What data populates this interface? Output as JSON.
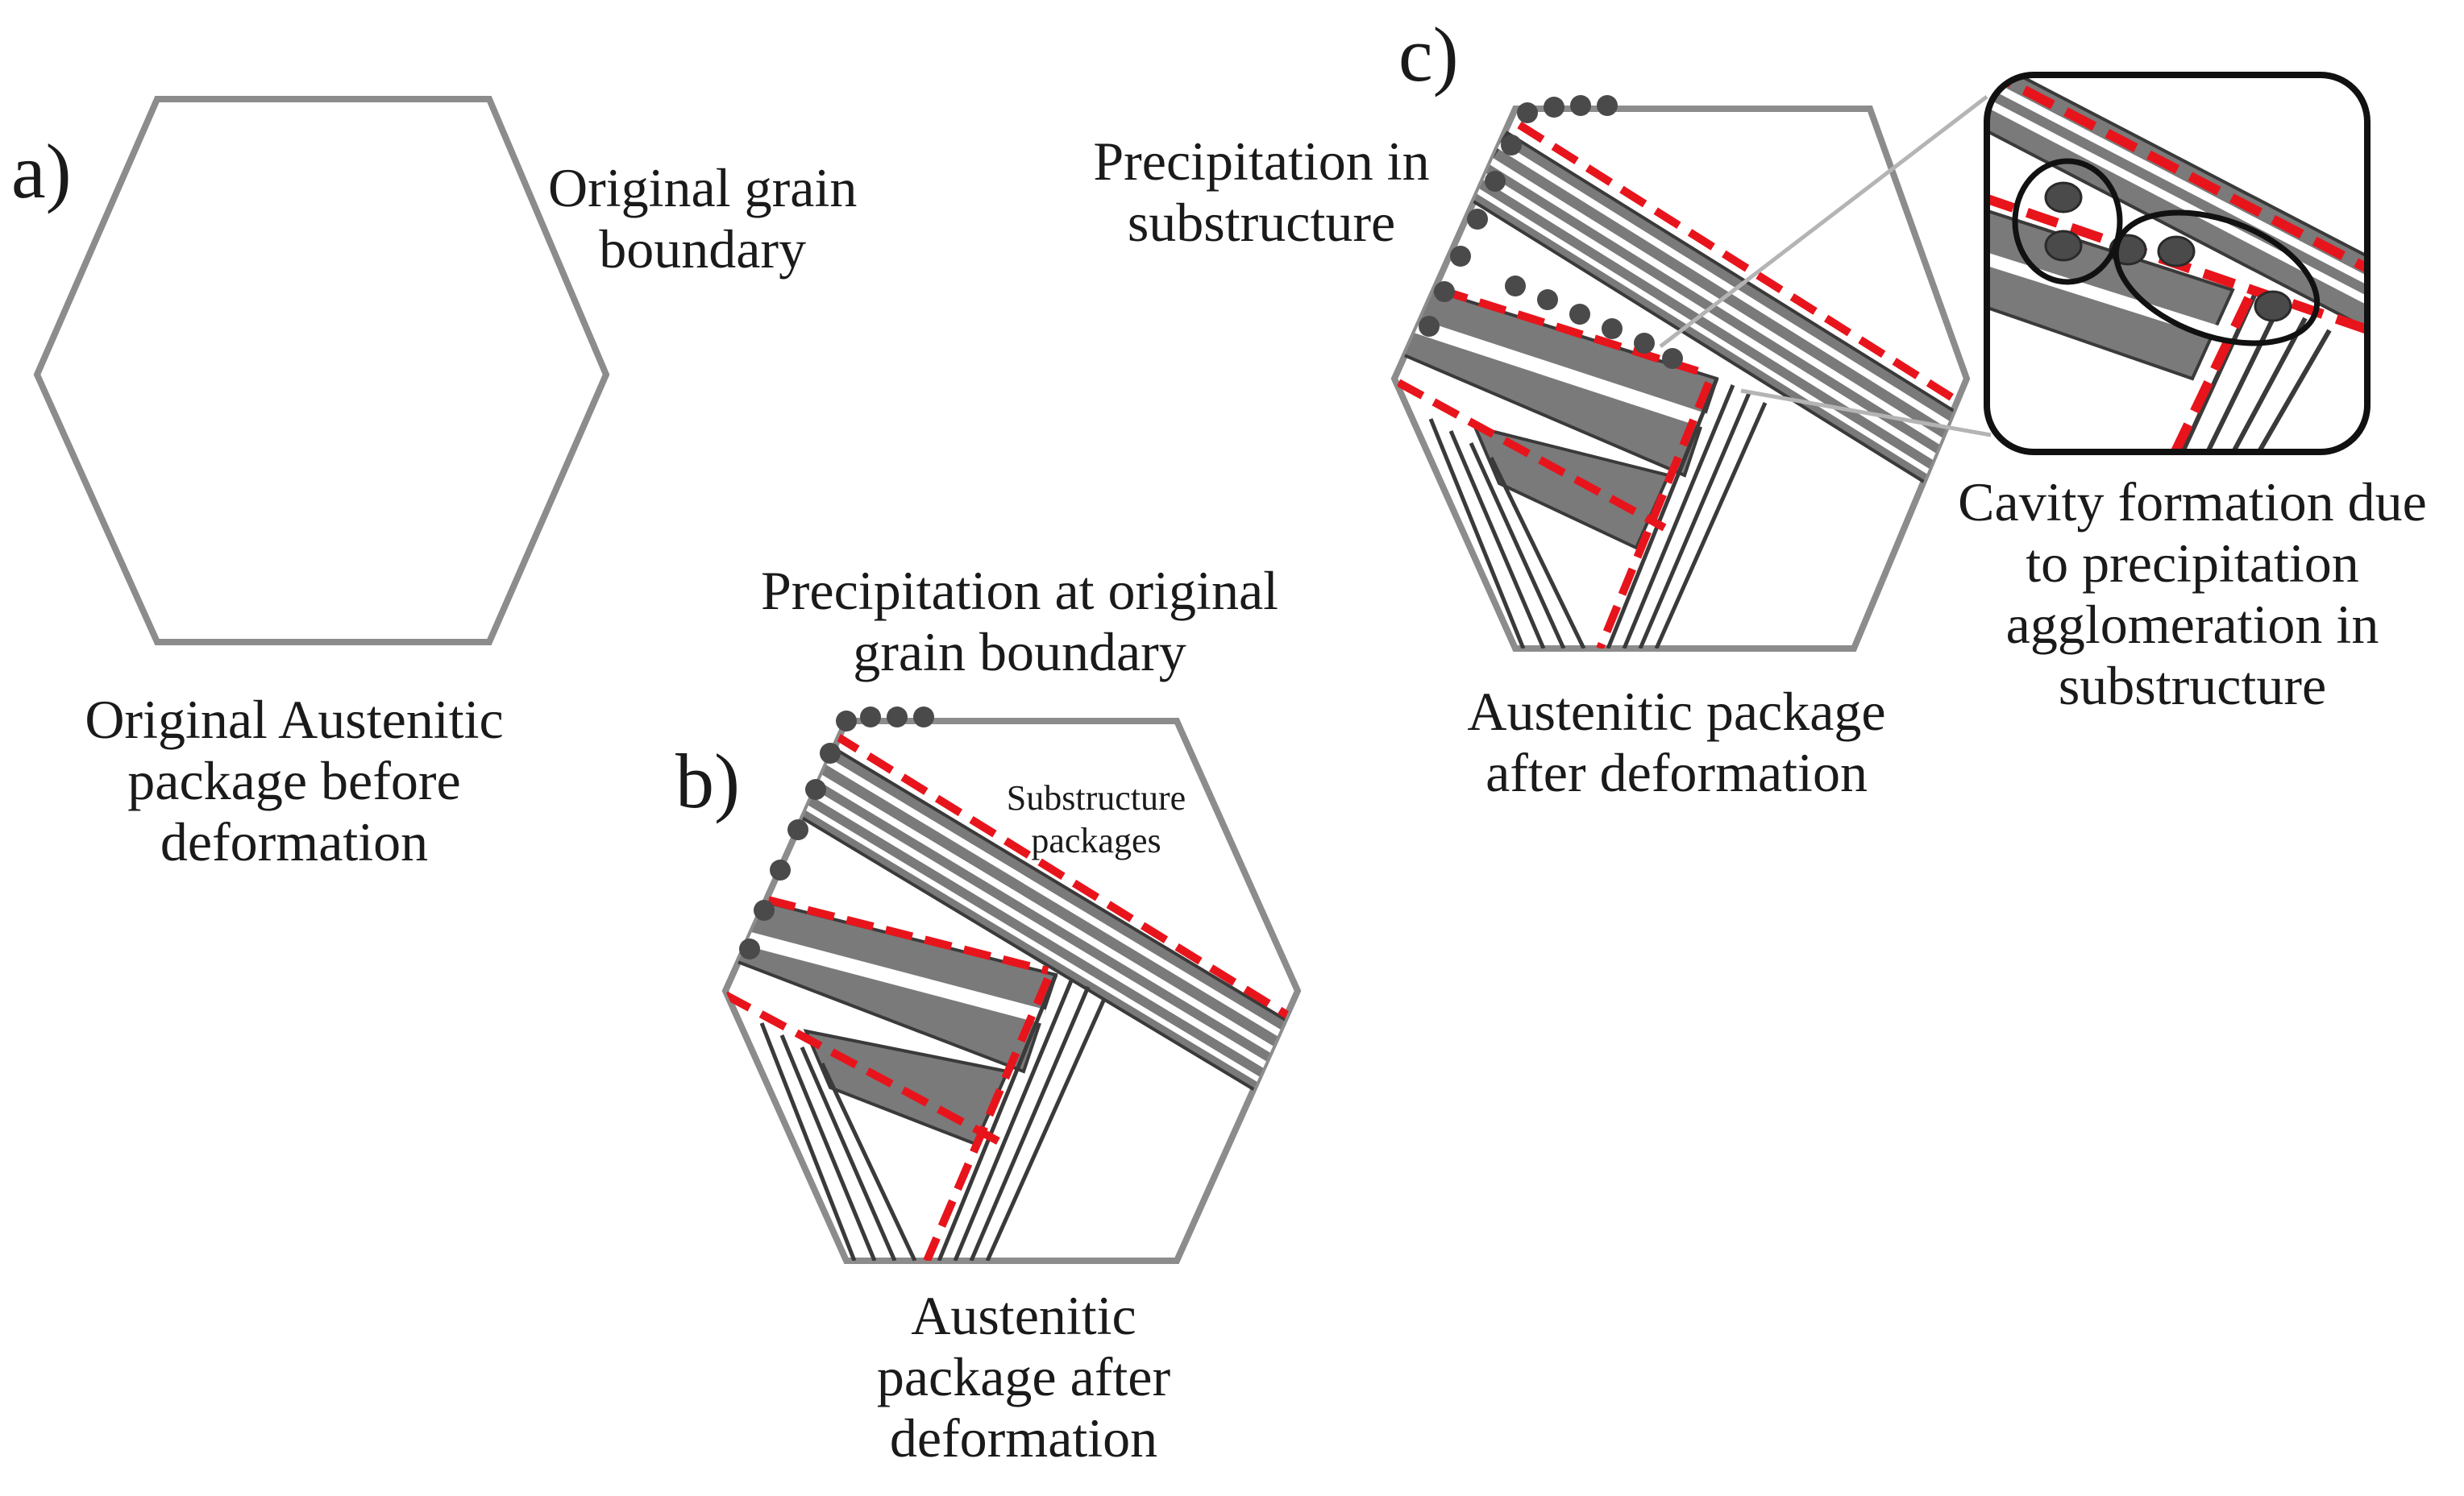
{
  "panels": {
    "a": {
      "letter": "a)",
      "grain_boundary_label": [
        "Original grain",
        "boundary"
      ],
      "caption": [
        "Original Austenitic",
        "package before",
        "deformation"
      ]
    },
    "b": {
      "letter": "b)",
      "precipitation_label": [
        "Precipitation at original",
        "grain boundary"
      ],
      "substructure_label": [
        "Substructure",
        "packages"
      ],
      "caption": [
        "Austenitic",
        "package after",
        "deformation"
      ]
    },
    "c": {
      "letter": "c)",
      "precipitation_label": [
        "Precipitation in",
        "substructure"
      ],
      "caption": [
        "Austenitic package",
        "after deformation"
      ],
      "cavity_label": [
        "Cavity formation due",
        "to precipitation",
        "agglomeration in",
        "substructure"
      ]
    }
  },
  "colors": {
    "hexagon_outline": "#8c8c8c",
    "lath_fill": "#7a7a7a",
    "lath_stroke": "#3a3a3a",
    "precipitate": "#4a4a4a",
    "boundary_dash": "#e8141c"
  }
}
